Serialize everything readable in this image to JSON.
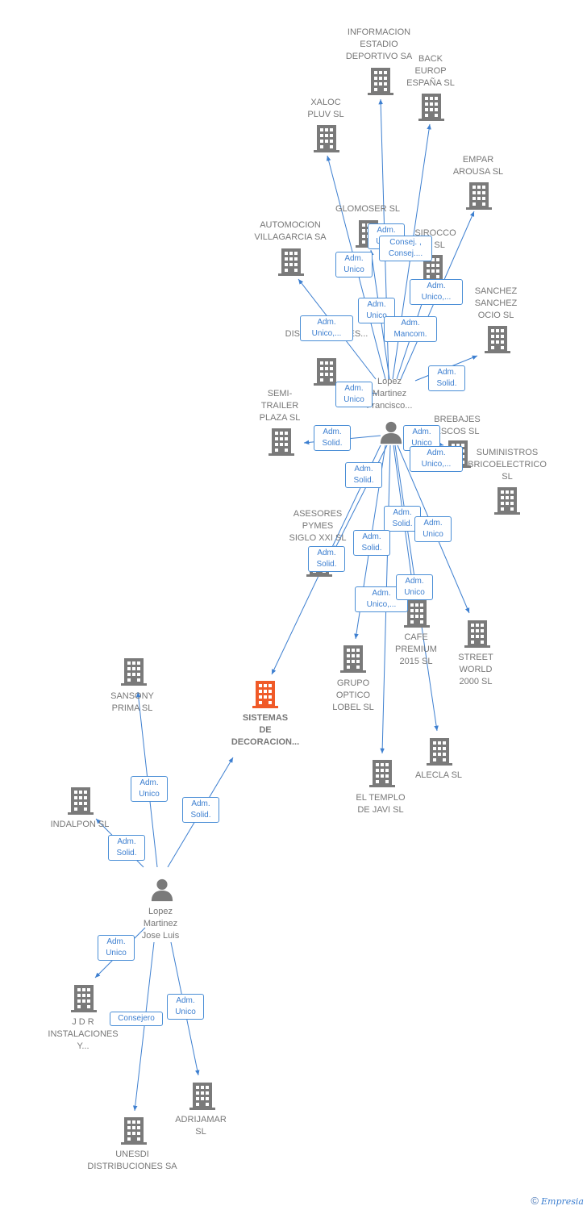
{
  "colors": {
    "edge": "#3d7fd0",
    "node": "#7a7a7a",
    "focus": "#f05a28"
  },
  "nodes": [
    {
      "id": "informacion",
      "type": "company",
      "lines": [
        "INFORMACION",
        "ESTADIO",
        "DEPORTIVO SA"
      ]
    },
    {
      "id": "back",
      "type": "company",
      "lines": [
        "BACK",
        "EUROP",
        "ESPAÑA SL"
      ]
    },
    {
      "id": "xaloc",
      "type": "company",
      "lines": [
        "XALOC",
        "PLUV  SL"
      ]
    },
    {
      "id": "empar",
      "type": "company",
      "lines": [
        "EMPAR",
        "AROUSA  SL"
      ]
    },
    {
      "id": "glomoser",
      "type": "company",
      "lines": [
        "GLOMOSER SL"
      ]
    },
    {
      "id": "sirocco",
      "type": "company",
      "lines": [
        "SIROCCO",
        "Y  SL"
      ]
    },
    {
      "id": "automocion",
      "type": "company",
      "lines": [
        "AUTOMOCION",
        "VILLAGARCIA SA"
      ]
    },
    {
      "id": "sanchez",
      "type": "company",
      "lines": [
        "SANCHEZ",
        "SANCHEZ",
        "OCIO SL"
      ]
    },
    {
      "id": "distribuciones",
      "type": "company",
      "lines": [
        "L",
        "DISTRIBUCIONES..."
      ]
    },
    {
      "id": "semitrailer",
      "type": "company",
      "lines": [
        "SEMI-",
        "TRAILER",
        "PLAZA  SL"
      ]
    },
    {
      "id": "brebajes",
      "type": "company",
      "lines": [
        "BREBAJES",
        "ESCOS SL"
      ]
    },
    {
      "id": "suministros",
      "type": "company",
      "lines": [
        "SUMINISTROS",
        "BRICOELECTRICO",
        "SL"
      ]
    },
    {
      "id": "asesores",
      "type": "company",
      "lines": [
        "ASESORES",
        "PYMES",
        "SIGLO XXI  SL"
      ]
    },
    {
      "id": "cafe",
      "type": "company",
      "lines": [
        "CAFE",
        "PREMIUM",
        "2015  SL"
      ]
    },
    {
      "id": "street",
      "type": "company",
      "lines": [
        "STREET",
        "WORLD",
        "2000 SL"
      ]
    },
    {
      "id": "grupo",
      "type": "company",
      "lines": [
        "GRUPO",
        "OPTICO",
        "LOBEL  SL"
      ]
    },
    {
      "id": "sistemas",
      "type": "focus",
      "lines": [
        "SISTEMAS",
        "DE",
        "DECORACION..."
      ]
    },
    {
      "id": "sansony",
      "type": "company",
      "lines": [
        "SANSONY",
        "PRIMA  SL"
      ]
    },
    {
      "id": "alecla",
      "type": "company",
      "lines": [
        "ALECLA  SL"
      ]
    },
    {
      "id": "templo",
      "type": "company",
      "lines": [
        "EL TEMPLO",
        "DE JAVI SL"
      ]
    },
    {
      "id": "indalpon",
      "type": "company",
      "lines": [
        "INDALPON SL"
      ]
    },
    {
      "id": "jdr",
      "type": "company",
      "lines": [
        "J D R",
        "INSTALACIONES",
        "Y..."
      ]
    },
    {
      "id": "adrijamar",
      "type": "company",
      "lines": [
        "ADRIJAMAR",
        "SL"
      ]
    },
    {
      "id": "unesdi",
      "type": "company",
      "lines": [
        "UNESDI",
        "DISTRIBUCIONES SA"
      ]
    },
    {
      "id": "lmf",
      "type": "person",
      "lines": [
        "Lopez",
        "Martinez",
        "Francisco..."
      ]
    },
    {
      "id": "lmj",
      "type": "person",
      "lines": [
        "Lopez",
        "Martinez",
        "Jose Luis"
      ]
    }
  ],
  "edges": [
    {
      "from": "lmf",
      "to": "informacion",
      "lines": [
        "Adm.",
        "Unico"
      ]
    },
    {
      "from": "lmf",
      "to": "back",
      "lines": [
        "Consej. ,",
        "Consej...."
      ]
    },
    {
      "from": "lmf",
      "to": "xaloc",
      "lines": [
        "Adm.",
        "Unico"
      ]
    },
    {
      "from": "lmf",
      "to": "empar",
      "lines": [
        "Adm.",
        "Unico,..."
      ]
    },
    {
      "from": "lmf",
      "to": "glomoser",
      "lines": [
        "Adm.",
        "Unico"
      ]
    },
    {
      "from": "lmf",
      "to": "sirocco",
      "lines": [
        "Adm.",
        "Mancom."
      ]
    },
    {
      "from": "lmf",
      "to": "automocion",
      "lines": [
        "Adm.",
        "Unico,..."
      ]
    },
    {
      "from": "lmf",
      "to": "sanchez",
      "lines": [
        "Adm.",
        "Solid."
      ]
    },
    {
      "from": "lmf",
      "to": "distribuciones",
      "lines": [
        "Adm.",
        "Unico"
      ]
    },
    {
      "from": "lmf",
      "to": "semitrailer",
      "lines": [
        "Adm.",
        "Solid."
      ]
    },
    {
      "from": "lmf",
      "to": "brebajes",
      "lines": [
        "Adm.",
        "Unico"
      ]
    },
    {
      "from": "lmf",
      "to": "suministros",
      "lines": [
        "Adm.",
        "Unico,..."
      ]
    },
    {
      "from": "lmf",
      "to": "asesores",
      "lines": [
        "Adm.",
        "Solid."
      ]
    },
    {
      "from": "lmf",
      "to": "cafe",
      "lines": [
        "Adm.",
        "Solid."
      ]
    },
    {
      "from": "lmf",
      "to": "street",
      "lines": [
        "Adm.",
        "Unico"
      ]
    },
    {
      "from": "lmf",
      "to": "grupo",
      "lines": [
        "Adm.",
        "Solid."
      ]
    },
    {
      "from": "lmf",
      "to": "templo",
      "lines": [
        "Adm.",
        "Unico,..."
      ]
    },
    {
      "from": "lmf",
      "to": "alecla",
      "lines": [
        "Adm.",
        "Unico"
      ]
    },
    {
      "from": "lmf",
      "to": "sistemas",
      "lines": [
        "Adm.",
        "Solid."
      ]
    },
    {
      "from": "lmj",
      "to": "sansony",
      "lines": [
        "Adm.",
        "Unico"
      ]
    },
    {
      "from": "lmj",
      "to": "sistemas",
      "lines": [
        "Adm.",
        "Solid."
      ]
    },
    {
      "from": "lmj",
      "to": "indalpon",
      "lines": [
        "Adm.",
        "Solid."
      ]
    },
    {
      "from": "lmj",
      "to": "jdr",
      "lines": [
        "Adm.",
        "Unico"
      ]
    },
    {
      "from": "lmj",
      "to": "adrijamar",
      "lines": [
        "Adm.",
        "Unico"
      ]
    },
    {
      "from": "lmj",
      "to": "unesdi",
      "lines": [
        "Consejero"
      ]
    }
  ],
  "footer": {
    "copyright": "©",
    "brand": "Empresia"
  }
}
